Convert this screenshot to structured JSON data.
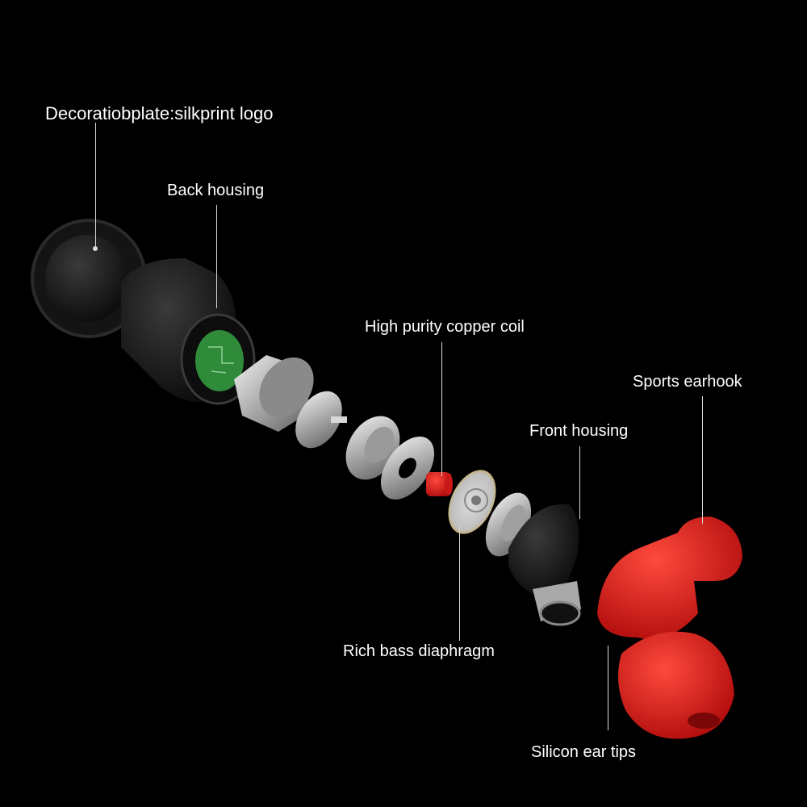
{
  "callouts": {
    "decoration_plate": "Decoratiobplate:silkprint logo",
    "back_housing": "Back housing",
    "copper_coil": "High purity copper coil",
    "sports_earhook": "Sports earhook",
    "front_housing": "Front housing",
    "bass_diaphragm": "Rich bass diaphragm",
    "ear_tips": "Silicon ear tips"
  },
  "colors": {
    "background": "#000000",
    "label": "#ffffff",
    "earhook": "#e0191a",
    "housing": "#1a1a1a",
    "metal": "#bdbdbd",
    "pcb": "#2f8a3a"
  }
}
